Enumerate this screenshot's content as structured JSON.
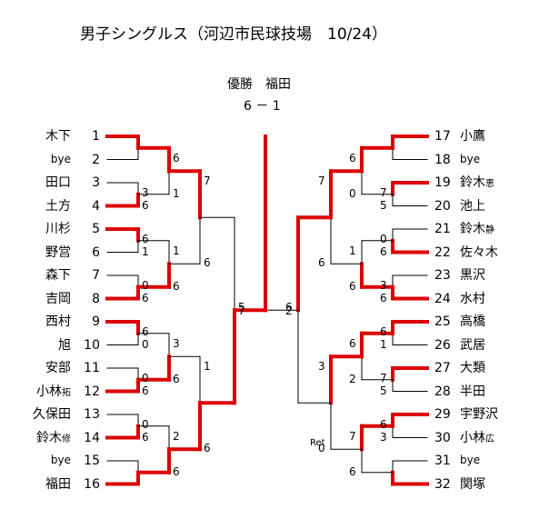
{
  "title": "男子シングルス（河辺市民球技場　10/24）",
  "champion": {
    "label": "優勝　福田",
    "score": "6 － 1"
  },
  "colors": {
    "win": "#dd0000",
    "line": "#000000"
  },
  "left_players": [
    {
      "num": "1",
      "name": "木下"
    },
    {
      "num": "2",
      "name": "bye"
    },
    {
      "num": "3",
      "name": "田口"
    },
    {
      "num": "4",
      "name": "土方"
    },
    {
      "num": "5",
      "name": "川杉"
    },
    {
      "num": "6",
      "name": "野営"
    },
    {
      "num": "7",
      "name": "森下"
    },
    {
      "num": "8",
      "name": "吉岡"
    },
    {
      "num": "9",
      "name": "西村"
    },
    {
      "num": "10",
      "name": "旭"
    },
    {
      "num": "11",
      "name": "安部"
    },
    {
      "num": "12",
      "name": "小林",
      "sub": "拓"
    },
    {
      "num": "13",
      "name": "久保田"
    },
    {
      "num": "14",
      "name": "鈴木",
      "sub": "修"
    },
    {
      "num": "15",
      "name": "bye"
    },
    {
      "num": "16",
      "name": "福田"
    }
  ],
  "right_players": [
    {
      "num": "17",
      "name": "小鷹"
    },
    {
      "num": "18",
      "name": "bye"
    },
    {
      "num": "19",
      "name": "鈴木",
      "sub": "恵"
    },
    {
      "num": "20",
      "name": "池上"
    },
    {
      "num": "21",
      "name": "鈴木",
      "sub": "静"
    },
    {
      "num": "22",
      "name": "佐々木"
    },
    {
      "num": "23",
      "name": "黒沢"
    },
    {
      "num": "24",
      "name": "水村"
    },
    {
      "num": "25",
      "name": "高橋"
    },
    {
      "num": "26",
      "name": "武居"
    },
    {
      "num": "27",
      "name": "大類"
    },
    {
      "num": "28",
      "name": "半田"
    },
    {
      "num": "29",
      "name": "宇野沢"
    },
    {
      "num": "30",
      "name": "小林",
      "sub": "広"
    },
    {
      "num": "31",
      "name": "bye"
    },
    {
      "num": "32",
      "name": "関塚"
    }
  ],
  "left_scores": {
    "r1": [
      [
        "",
        ""
      ],
      [
        "3",
        "6"
      ],
      [
        "6",
        "1"
      ],
      [
        "0",
        "6"
      ],
      [
        "6",
        "0"
      ],
      [
        "0",
        "6"
      ],
      [
        "0",
        "6"
      ],
      [
        "",
        ""
      ]
    ],
    "r2": [
      [
        "6",
        "1"
      ],
      [
        "1",
        "6"
      ],
      [
        "3",
        "6"
      ],
      [
        "2",
        "6"
      ]
    ],
    "r3": [
      [
        "7",
        "6"
      ],
      [
        "1",
        "6"
      ]
    ],
    "sf": [
      "5",
      "7"
    ]
  },
  "right_scores": {
    "r1": [
      [
        "",
        ""
      ],
      [
        "7",
        "5"
      ],
      [
        "0",
        "6"
      ],
      [
        "3",
        "6"
      ],
      [
        "6",
        "1"
      ],
      [
        "7",
        "5"
      ],
      [
        "6",
        "3"
      ],
      [
        "",
        ""
      ]
    ],
    "r2": [
      [
        "6",
        "0"
      ],
      [
        "1",
        "6"
      ],
      [
        "6",
        "2"
      ],
      [
        "7",
        "6"
      ]
    ],
    "r3": [
      [
        "7",
        "6"
      ],
      [
        "3",
        "0"
      ]
    ],
    "sf": [
      "6",
      "2"
    ],
    "note": "Ret"
  }
}
